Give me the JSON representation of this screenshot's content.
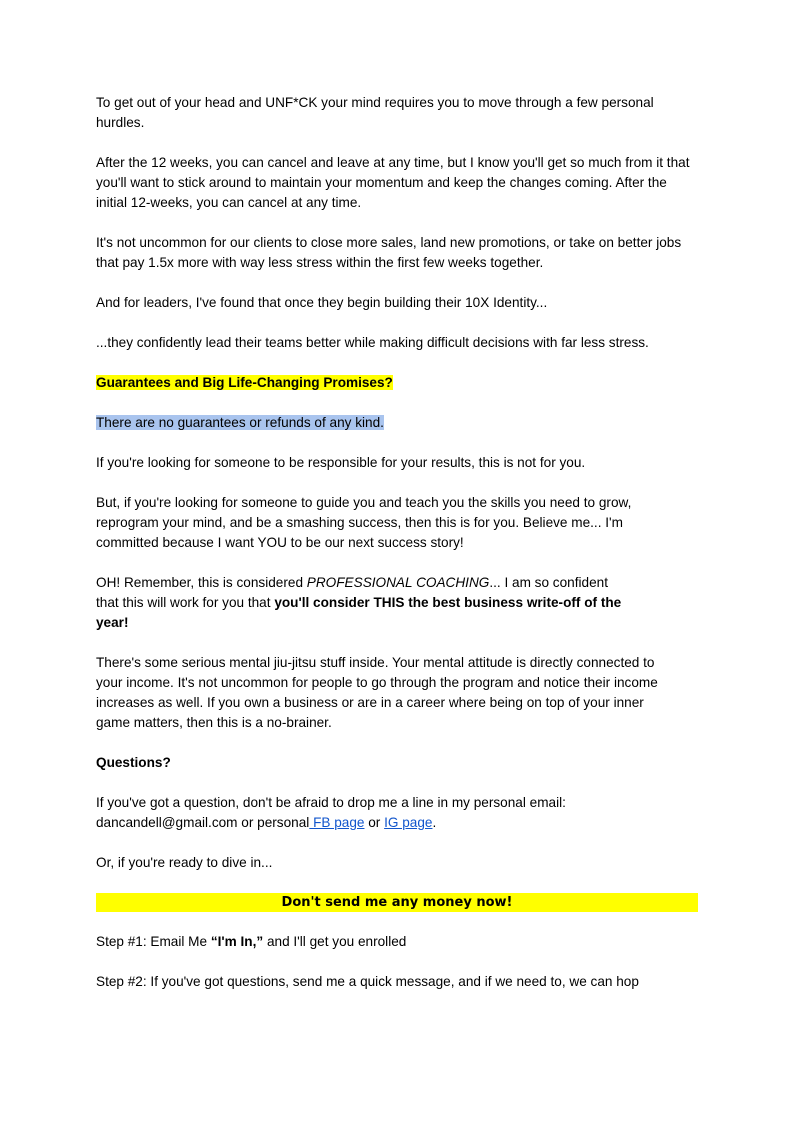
{
  "p1": "To get out of your head and UNF*CK your mind requires you to move through a few personal hurdles.",
  "p2": "After the 12 weeks, you can cancel and leave at any time, but I know you'll get so much from it that you'll want to stick around to maintain your momentum and keep the changes coming. After the initial 12-weeks, you can cancel at any time.",
  "p3": "It's not uncommon for our clients to close more sales, land new promotions, or take on better jobs that pay 1.5x more with way less stress within the first few weeks together.",
  "p4": "And for leaders, I've found that once they begin building their 10X Identity...",
  "p5": "...they confidently lead their teams better while making difficult decisions with far less stress.",
  "guarantee_heading": "Guarantees and Big Life-Changing Promises?",
  "no_guarantee": "There are no guarantees or refunds of any kind.",
  "p6": "If you're looking for someone to be responsible for your results, this is not for you.",
  "p7": "But, if you're looking for someone to guide you and teach you the skills you need to grow, reprogram your mind, and be a smashing success, then this is for you. Believe me...  I'm committed because I want YOU to be our next success story!",
  "p8": {
    "a": "OH! Remember, this is considered ",
    "b": "PROFESSIONAL COACHING",
    "c": "...  I am so confident that this will work for you that ",
    "d": "you'll consider THIS the best business write-off of the year!"
  },
  "p9": "There's some serious mental jiu-jitsu stuff inside. Your mental attitude is directly connected to your income. It's not uncommon for people to go through the program and notice their income increases as well. If you own a business or are in a career where being on top of your inner game matters, then this is a no-brainer.",
  "questions_heading": "Questions?",
  "p10": {
    "a": "If you've got a question, don't be afraid to drop me a line in my personal email: dancandell@gmail.com or personal",
    "fb_link": " FB page",
    "or": " or ",
    "ig_link": "IG page",
    "end": "."
  },
  "p11": "Or, if you're ready to dive in...",
  "banner": "Don't send me any money now!",
  "step1": {
    "a": "Step #1: Email Me ",
    "b": "“I'm In,”",
    "c": " and I'll get you enrolled"
  },
  "step2": "Step #2: If you've got questions, send me a quick message, and if we need to, we can hop",
  "colors": {
    "highlight_yellow": "#ffff00",
    "highlight_blue": "#a9c4ee",
    "link": "#1155cc"
  }
}
